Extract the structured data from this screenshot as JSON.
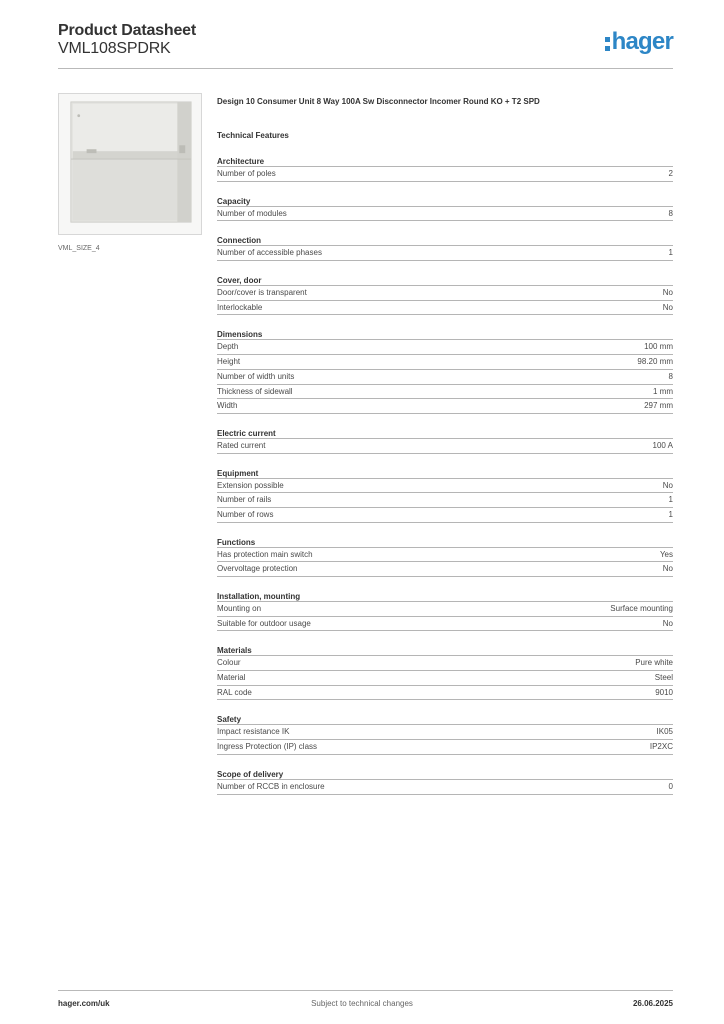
{
  "header": {
    "title": "Product Datasheet",
    "subtitle": "VML108SPDRK",
    "logo_text": "hager",
    "logo_color": "#2d86c6"
  },
  "product": {
    "image_caption": "VML_SIZE_4",
    "description": "Design 10 Consumer Unit 8 Way 100A Sw Disconnector Incomer Round KO + T2 SPD"
  },
  "features": {
    "heading": "Technical Features",
    "sections": [
      {
        "title": "Architecture",
        "rows": [
          {
            "label": "Number of poles",
            "value": "2"
          }
        ]
      },
      {
        "title": "Capacity",
        "rows": [
          {
            "label": "Number of modules",
            "value": "8"
          }
        ]
      },
      {
        "title": "Connection",
        "rows": [
          {
            "label": "Number of accessible phases",
            "value": "1"
          }
        ]
      },
      {
        "title": "Cover, door",
        "rows": [
          {
            "label": "Door/cover is transparent",
            "value": "No"
          },
          {
            "label": "Interlockable",
            "value": "No"
          }
        ]
      },
      {
        "title": "Dimensions",
        "rows": [
          {
            "label": "Depth",
            "value": "100 mm"
          },
          {
            "label": "Height",
            "value": "98.20 mm"
          },
          {
            "label": "Number of width units",
            "value": "8"
          },
          {
            "label": "Thickness of sidewall",
            "value": "1 mm"
          },
          {
            "label": "Width",
            "value": "297 mm"
          }
        ]
      },
      {
        "title": "Electric current",
        "rows": [
          {
            "label": "Rated current",
            "value": "100 A"
          }
        ]
      },
      {
        "title": "Equipment",
        "rows": [
          {
            "label": "Extension possible",
            "value": "No"
          },
          {
            "label": "Number of rails",
            "value": "1"
          },
          {
            "label": "Number of rows",
            "value": "1"
          }
        ]
      },
      {
        "title": "Functions",
        "rows": [
          {
            "label": "Has protection main switch",
            "value": "Yes"
          },
          {
            "label": "Overvoltage protection",
            "value": "No"
          }
        ]
      },
      {
        "title": "Installation, mounting",
        "rows": [
          {
            "label": "Mounting on",
            "value": "Surface mounting"
          },
          {
            "label": "Suitable for outdoor usage",
            "value": "No"
          }
        ]
      },
      {
        "title": "Materials",
        "rows": [
          {
            "label": "Colour",
            "value": "Pure white"
          },
          {
            "label": "Material",
            "value": "Steel"
          },
          {
            "label": "RAL code",
            "value": "9010"
          }
        ]
      },
      {
        "title": "Safety",
        "rows": [
          {
            "label": "Impact resistance IK",
            "value": "IK05"
          },
          {
            "label": "Ingress Protection (IP) class",
            "value": "IP2XC"
          }
        ]
      },
      {
        "title": "Scope of delivery",
        "rows": [
          {
            "label": "Number of RCCB in enclosure",
            "value": "0"
          }
        ]
      }
    ]
  },
  "footer": {
    "website": "hager.com/uk",
    "notice": "Subject to technical changes",
    "date": "26.06.2025"
  }
}
